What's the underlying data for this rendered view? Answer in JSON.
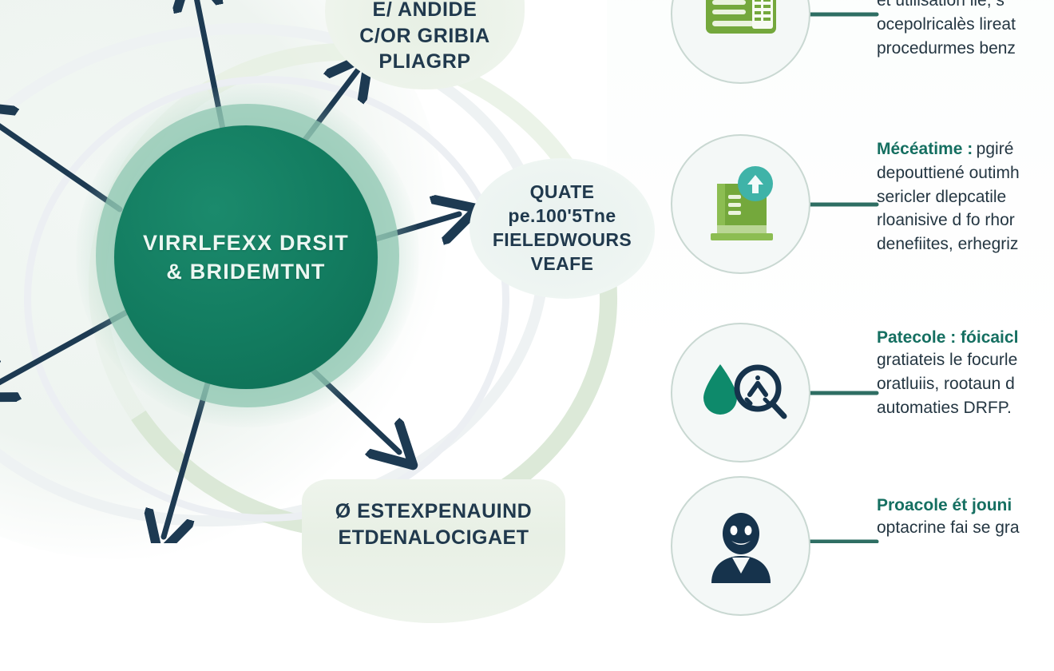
{
  "theme": {
    "hub_fill": "#127b5f",
    "hub_ring": "#8fc7b1",
    "arrow_color": "#1d3a52",
    "connector_color": "#2e6e63",
    "heading_color": "#156f61",
    "body_color": "#243642",
    "node_fill": "#e9f1e7",
    "icon_green": "#74a83c",
    "icon_teal": "#3fb3a8",
    "icon_navy": "#16334c",
    "icon_droplet": "#0e8a6b",
    "background": "#ffffff"
  },
  "hub": {
    "lines": [
      "VIRRLFEXX DRSIT",
      "& BRIDEMTNT"
    ]
  },
  "nodes": {
    "top": {
      "name": "node-top",
      "lines": [
        "E/ ANDIDE",
        "C/OR GRIBIA",
        "PLIAGRP"
      ]
    },
    "right": {
      "name": "node-right",
      "lines": [
        "QUATE",
        "pe.100'5Tne",
        "FIELEDWOURS",
        "VEAFE"
      ]
    },
    "bottom": {
      "name": "node-bottom",
      "lines": [
        "Ø ESTEXPENAUIND",
        "ETDENALOCIGAET"
      ]
    }
  },
  "panel": {
    "items": [
      {
        "icon": "document-report-icon",
        "heading": "",
        "body_lines": [
          "et utilisation lie, s",
          "ocepolricalès lireat",
          "procedurmes benz"
        ]
      },
      {
        "icon": "document-upload-icon",
        "heading": "Mécéatime :",
        "body_lines": [
          "pgiré",
          "depouttiené outimh",
          "sericler dlepcatile",
          "rloanisive d fo rhor",
          "denefiites, erhegriz"
        ]
      },
      {
        "icon": "droplet-magnifier-icon",
        "heading": "Patecole : fóicaicl",
        "body_lines": [
          "gratiateis le focurle",
          "oratluiis, rootaun d",
          "automaties DRFP."
        ]
      },
      {
        "icon": "person-icon",
        "heading": "Proacole ét jouni",
        "body_lines": [
          "optacrine fai se gra"
        ]
      }
    ]
  }
}
